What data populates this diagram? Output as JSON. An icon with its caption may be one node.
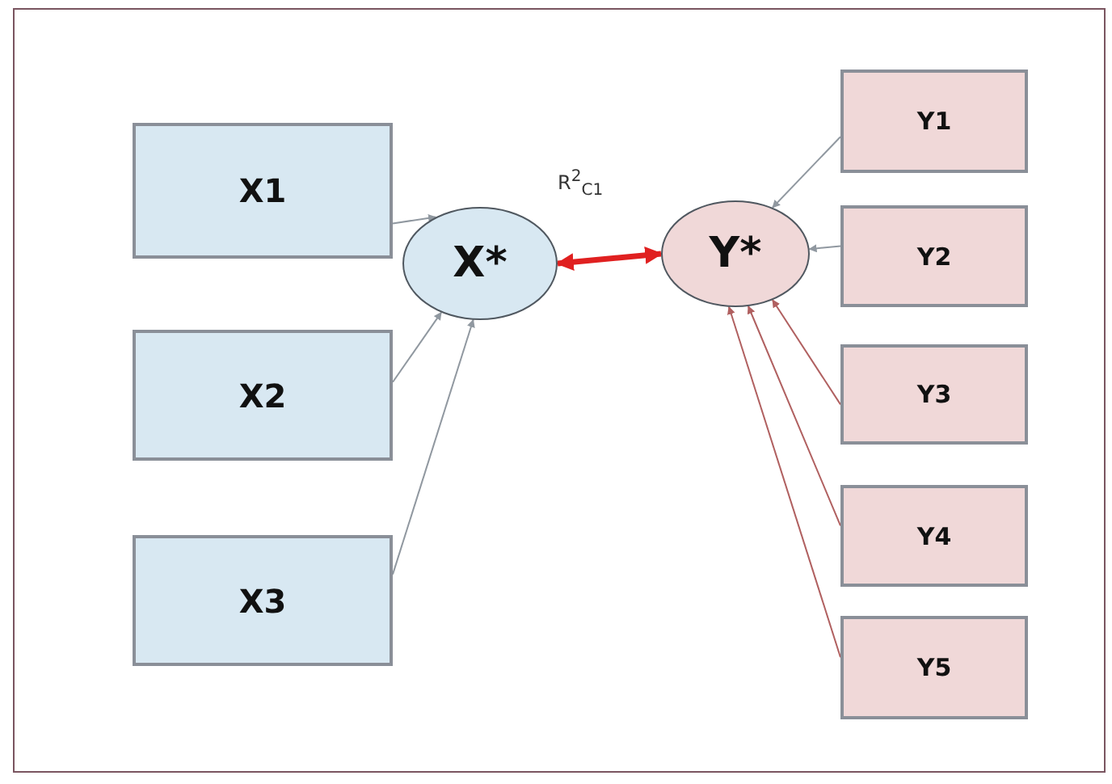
{
  "diagram": {
    "nodes": [
      {
        "text": [
          "X1"
        ]
      },
      {
        "text": [
          "X2"
        ]
      },
      {
        "text": [
          "X3"
        ]
      },
      {
        "text": [
          "X*"
        ]
      },
      {
        "text": [
          "Y*"
        ]
      },
      {
        "text": [
          "Y1"
        ]
      },
      {
        "text": [
          "Y2"
        ]
      },
      {
        "text": [
          "Y3"
        ]
      },
      {
        "text": [
          "Y4"
        ]
      },
      {
        "text": [
          "Y5"
        ]
      }
    ],
    "edges": [
      {
        "from": 0,
        "to": 3,
        "arrow": "to"
      },
      {
        "from": 1,
        "to": 3,
        "arrow": "to"
      },
      {
        "from": 2,
        "to": 3,
        "arrow": "to"
      },
      {
        "from": 3,
        "to": 4,
        "arrow": "both",
        "style": "thick",
        "color": "#e02020"
      },
      {
        "from": 5,
        "to": 4,
        "arrow": "to"
      },
      {
        "from": 6,
        "to": 4,
        "arrow": "to"
      },
      {
        "from": 7,
        "to": 4,
        "arrow": "to",
        "color": "#b06060"
      },
      {
        "from": 8,
        "to": 4,
        "arrow": "to",
        "color": "#b06060"
      },
      {
        "from": 9,
        "to": 4,
        "arrow": "to",
        "color": "#b06060"
      }
    ],
    "labels": [
      "R$^{2}$$_{C1}$"
    ]
  }
}
